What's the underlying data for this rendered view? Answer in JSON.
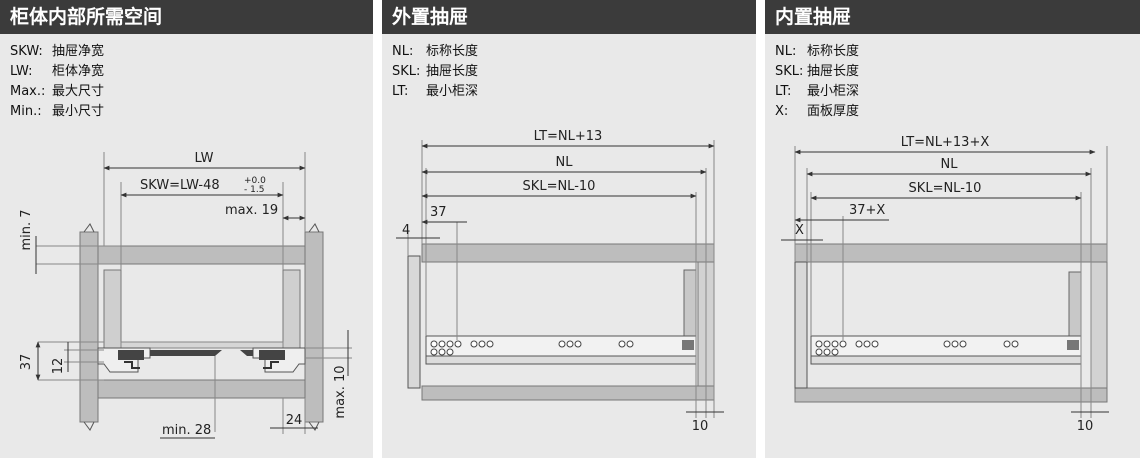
{
  "panels": [
    {
      "title": "柜体内部所需空间",
      "legend": [
        {
          "key": "SKW:",
          "value": "抽屉净宽"
        },
        {
          "key": "LW:",
          "value": "柜体净宽"
        },
        {
          "key": "Max.:",
          "value": "最大尺寸"
        },
        {
          "key": "Min.:",
          "value": "最小尺寸"
        }
      ],
      "dims": {
        "lw": "LW",
        "skw": "SKW=LW-48",
        "tol_plus": "+0.0",
        "tol_minus": "- 1.5",
        "max19": "max. 19",
        "min7": "min. 7",
        "d37": "37",
        "d12": "12",
        "max10": "max. 10",
        "min28": "min. 28",
        "d24": "24"
      }
    },
    {
      "title": "外置抽屉",
      "legend": [
        {
          "key": "NL:",
          "value": "标称长度"
        },
        {
          "key": "SKL:",
          "value": "抽屉长度"
        },
        {
          "key": "LT:",
          "value": "最小柜深"
        }
      ],
      "dims": {
        "lt": "LT=NL+13",
        "nl": "NL",
        "skl": "SKL=NL-10",
        "d37": "37",
        "d4": "4",
        "d10": "10"
      }
    },
    {
      "title": "内置抽屉",
      "legend": [
        {
          "key": "NL:",
          "value": "标称长度"
        },
        {
          "key": "SKL:",
          "value": "抽屉长度"
        },
        {
          "key": "LT:",
          "value": "最小柜深"
        },
        {
          "key": "X:",
          "value": "面板厚度"
        }
      ],
      "dims": {
        "lt": "LT=NL+13+X",
        "nl": "NL",
        "skl": "SKL=NL-10",
        "d37x": "37+X",
        "x": "X",
        "d10": "10"
      }
    }
  ]
}
